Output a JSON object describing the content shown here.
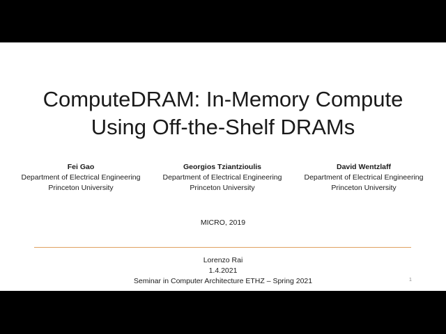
{
  "slide": {
    "title_line1": "ComputeDRAM: In-Memory Compute",
    "title_line2": "Using Off-the-Shelf DRAMs",
    "authors": [
      {
        "name": "Fei Gao",
        "department": "Department of Electrical Engineering",
        "university": "Princeton University"
      },
      {
        "name": "Georgios Tziantzioulis",
        "department": "Department of Electrical Engineering",
        "university": "Princeton University"
      },
      {
        "name": "David Wentzlaff",
        "department": "Department of Electrical Engineering",
        "university": "Princeton University"
      }
    ],
    "venue": "MICRO, 2019",
    "presenter": "Lorenzo Rai",
    "date": "1.4.2021",
    "seminar": "Seminar in Computer Architecture ETHZ – Spring 2021",
    "page_number": "1"
  },
  "colors": {
    "background": "#000000",
    "slide_background": "#ffffff",
    "text": "#1a1a1a",
    "divider": "#e0a060"
  }
}
